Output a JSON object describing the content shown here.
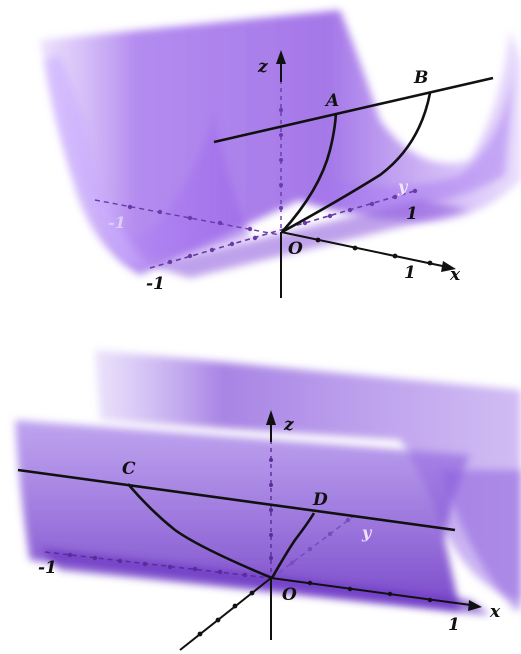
{
  "figures": [
    {
      "id": "top",
      "axis_labels": {
        "z": "z",
        "x": "x",
        "y": "y",
        "origin": "O"
      },
      "tick_labels": {
        "x_one": "1",
        "y_one": "1",
        "y_minus_one": "-1",
        "x_minus_one": "-1"
      },
      "points": {
        "a": "A",
        "b": "B"
      }
    },
    {
      "id": "bottom",
      "axis_labels": {
        "z": "z",
        "x": "x",
        "y": "y",
        "origin": "O"
      },
      "tick_labels": {
        "x_one": "1",
        "y_minus_one": "-1"
      },
      "points": {
        "c": "C",
        "d": "D"
      }
    }
  ],
  "colors": {
    "surface_light": "#caa8ff",
    "surface_mid": "#a97ff0",
    "surface_dark": "#7b45d4",
    "axis": "#111111",
    "dashed_axis": "#6a3aa8",
    "soft_label": "#e8dcff"
  }
}
